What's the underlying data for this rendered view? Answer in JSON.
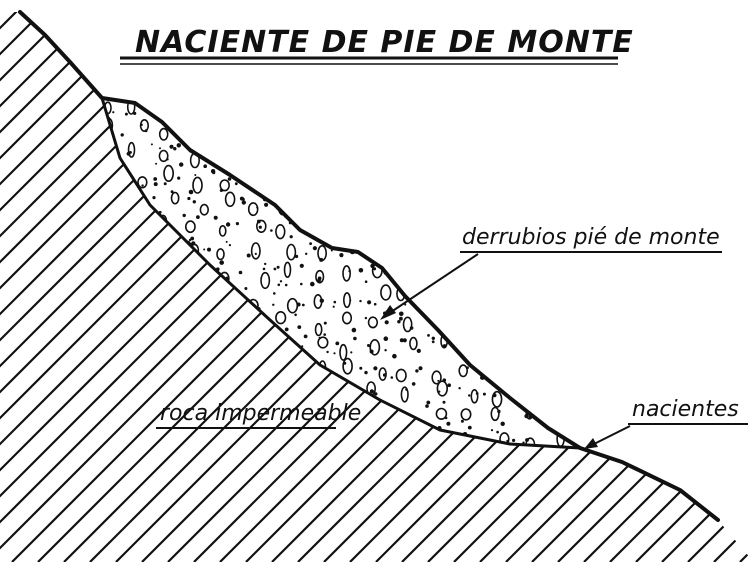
{
  "diagram": {
    "title": "NACIENTE DE PIE DE MONTE",
    "labels": {
      "debris": "derrubios pié de monte",
      "springs": "nacientes",
      "rock": "roca impermeable"
    }
  }
}
